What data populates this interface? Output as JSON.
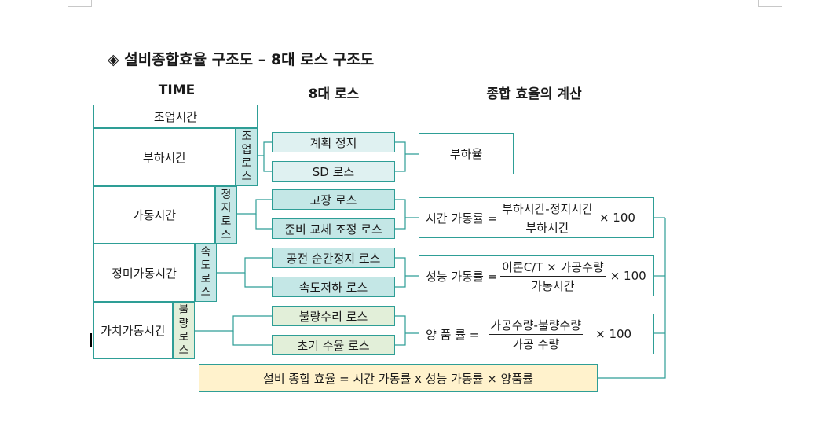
{
  "title": "◈ 설비종합효율 구조도 – 8대 로스 구조도",
  "headers": {
    "time": "TIME",
    "losses": "8대 로스",
    "calc": "종합 효율의 계산"
  },
  "time_boxes": [
    "조업시간",
    "부하시간",
    "가동시간",
    "정미가동시간",
    "가치가동시간"
  ],
  "loss_groups": [
    "조업로스",
    "정지로스",
    "속도로스",
    "불량로스"
  ],
  "losses": [
    "계획 정지",
    "SD 로스",
    "고장 로스",
    "준비 교체 조정 로스",
    "공전 순간정지 로스",
    "속도저하 로스",
    "불량수리 로스",
    "초기 수율 로스"
  ],
  "rates": {
    "load": "부하율",
    "time_avail": {
      "label": "시간 가동률 =",
      "num": "부하시간-정지시간",
      "den": "부하시간",
      "mult": "× 100"
    },
    "perf": {
      "label": "성능 가동률 =",
      "num": "이론C/T × 가공수량",
      "den": "가동시간",
      "mult": "× 100"
    },
    "quality": {
      "label": "양 품 률 =",
      "num": "가공수량-불량수량",
      "den": "가공 수량",
      "mult": "× 100"
    }
  },
  "oee": "설비 종합 효율 = 시간 가동률 x 성능 가동률 × 양품률",
  "colors": {
    "line": "#2e9e96",
    "cyan_light": "#dff1f1",
    "cyan": "#c4e7e6",
    "green": "#e2efd9",
    "yellow": "#fff2cc"
  }
}
